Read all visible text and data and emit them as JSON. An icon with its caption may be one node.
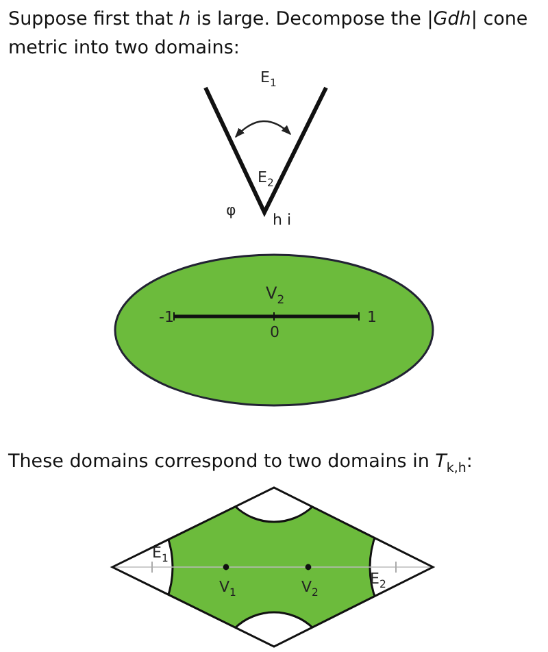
{
  "diagram": {
    "nodes": [
      {
        "text": [
          "V$_{2}$"
        ]
      }
    ],
    "labels": [
      "Suppose first that *h* is large. Decompose the |*Gdh*| cone metric into two domains:",
      "E$_{1}$",
      "E$_{2}$",
      "φ",
      "h i",
      "-1",
      "0",
      "1",
      "These domains correspond to two domains in *T*$_{k,h}$:",
      "E$_{1}$",
      "V$_{1}$",
      "V$_{2}$",
      "E$_{2}$"
    ]
  }
}
